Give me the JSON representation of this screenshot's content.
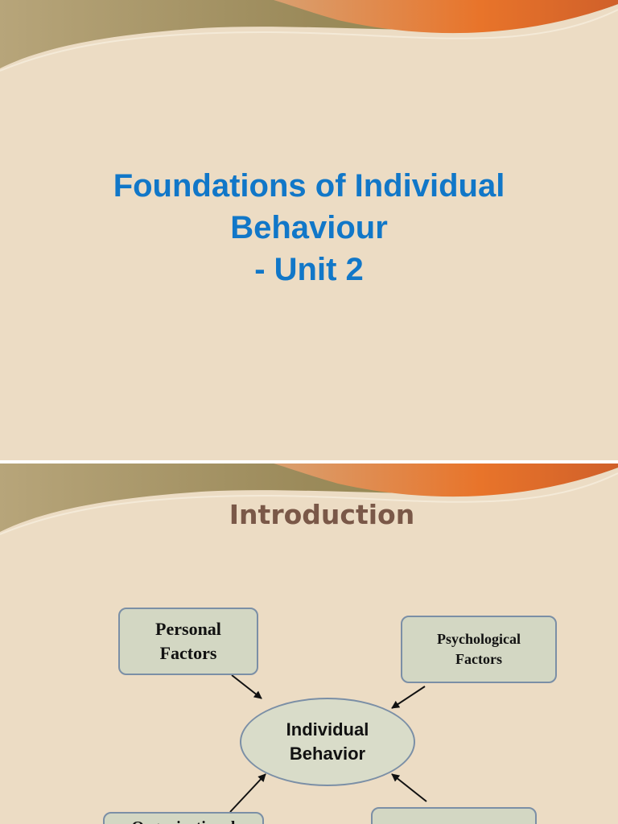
{
  "slide_1": {
    "title_line_1": "Foundations of Individual",
    "title_line_2": "Behaviour",
    "title_line_3": "- Unit 2"
  },
  "slide_2": {
    "heading": "Introduction",
    "center_node": {
      "line_1": "Individual",
      "line_2": "Behavior"
    },
    "nodes": [
      {
        "id": "personal",
        "line_1": "Personal",
        "line_2": "Factors"
      },
      {
        "id": "psychological",
        "line_1": "Psychological",
        "line_2": "Factors"
      },
      {
        "id": "organizational",
        "line_1": "Organizational",
        "line_2": ""
      },
      {
        "id": "environmental",
        "line_1": "",
        "line_2": ""
      }
    ]
  },
  "colors": {
    "slide_background": "#ecdcc4",
    "title_blue": "#1177c8",
    "heading_brown": "#7a5848",
    "box_fill": "#d3d7c3",
    "box_border": "#7b8fa6",
    "wave_orange": "#e8742a",
    "wave_olive": "#8a8a4a"
  }
}
